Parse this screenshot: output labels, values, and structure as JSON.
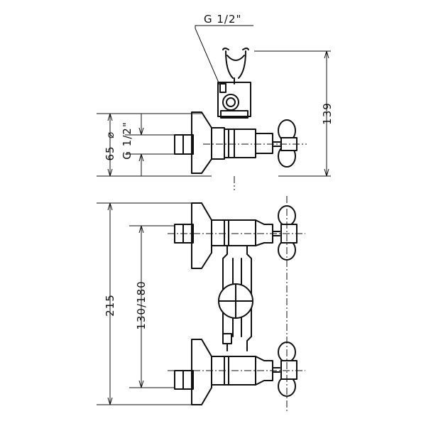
{
  "drawing": {
    "labels": {
      "thread_top": "G 1/2\"",
      "diameter": "⌀",
      "thread_side": "G 1/2\"",
      "height_139": "139",
      "offset_65": "65",
      "height_215": "215",
      "centers": "130/180"
    }
  }
}
